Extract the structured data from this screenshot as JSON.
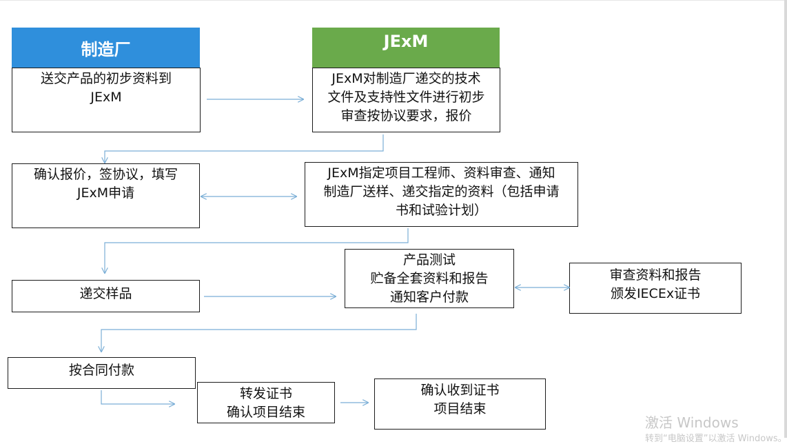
{
  "headers": {
    "manufacturer": "制造厂",
    "jexm": "JExM"
  },
  "colors": {
    "manufacturer_header": "#2f8fdc",
    "jexm_header": "#6aaa4b",
    "connector": "#7aaed6",
    "box_border": "#1a1a1a"
  },
  "boxes": {
    "submit_prelim": [
      "送交产品的初步资料到",
      "JExM"
    ],
    "jexm_review": [
      "JExM对制造厂递交的技术",
      "文件及支持性文件进行初步",
      "审查按协议要求，报价"
    ],
    "confirm_quote": [
      "确认报价，签协议，填写",
      "JExM申请"
    ],
    "assign_engineer": [
      "JExM指定项目工程师、资料审查、通知",
      "制造厂送样、递交指定的资料（包括申请",
      "书和试验计划）"
    ],
    "submit_samples": [
      "递交样品"
    ],
    "product_test": [
      "产品测试",
      "贮备全套资料和报告",
      "通知客户付款"
    ],
    "review_issue": [
      "审查资料和报告",
      "颁发IECEx证书"
    ],
    "pay_contract": [
      "按合同付款"
    ],
    "forward_cert": [
      "转发证书",
      "确认项目结束"
    ],
    "confirm_receipt": [
      "确认收到证书",
      "项目结束"
    ]
  },
  "watermark": {
    "line1": "激活 Windows",
    "line2": "转到“电脑设置”以激活 Windows。"
  }
}
